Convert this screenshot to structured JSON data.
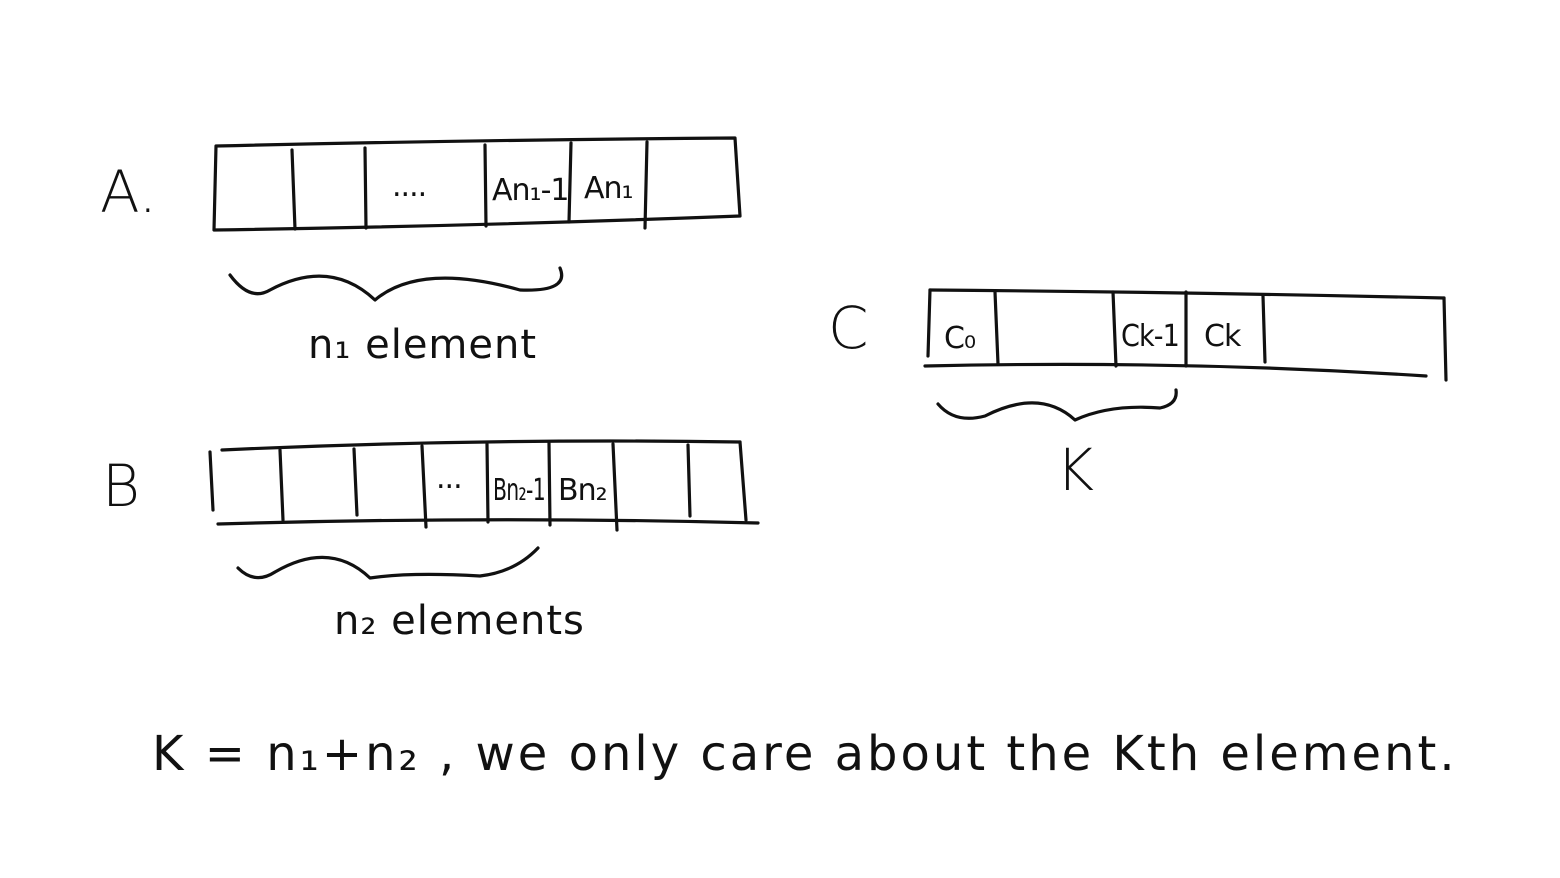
{
  "arrays": {
    "a": {
      "label": "A.",
      "cells": [
        "",
        "",
        "....",
        "An₁-1",
        "An₁",
        ""
      ],
      "brace_caption": "n₁ element"
    },
    "b": {
      "label": "B",
      "cells": [
        "",
        "",
        "",
        "...",
        "Bn₂-1",
        "Bn₂",
        "",
        ""
      ],
      "brace_caption": "n₂ elements"
    },
    "c": {
      "label": "C",
      "cells": [
        "C₀",
        "",
        "Ck-1",
        "Ck",
        ""
      ],
      "brace_caption": "K"
    }
  },
  "note": "K = n₁+n₂ , we only care about the Kth element."
}
